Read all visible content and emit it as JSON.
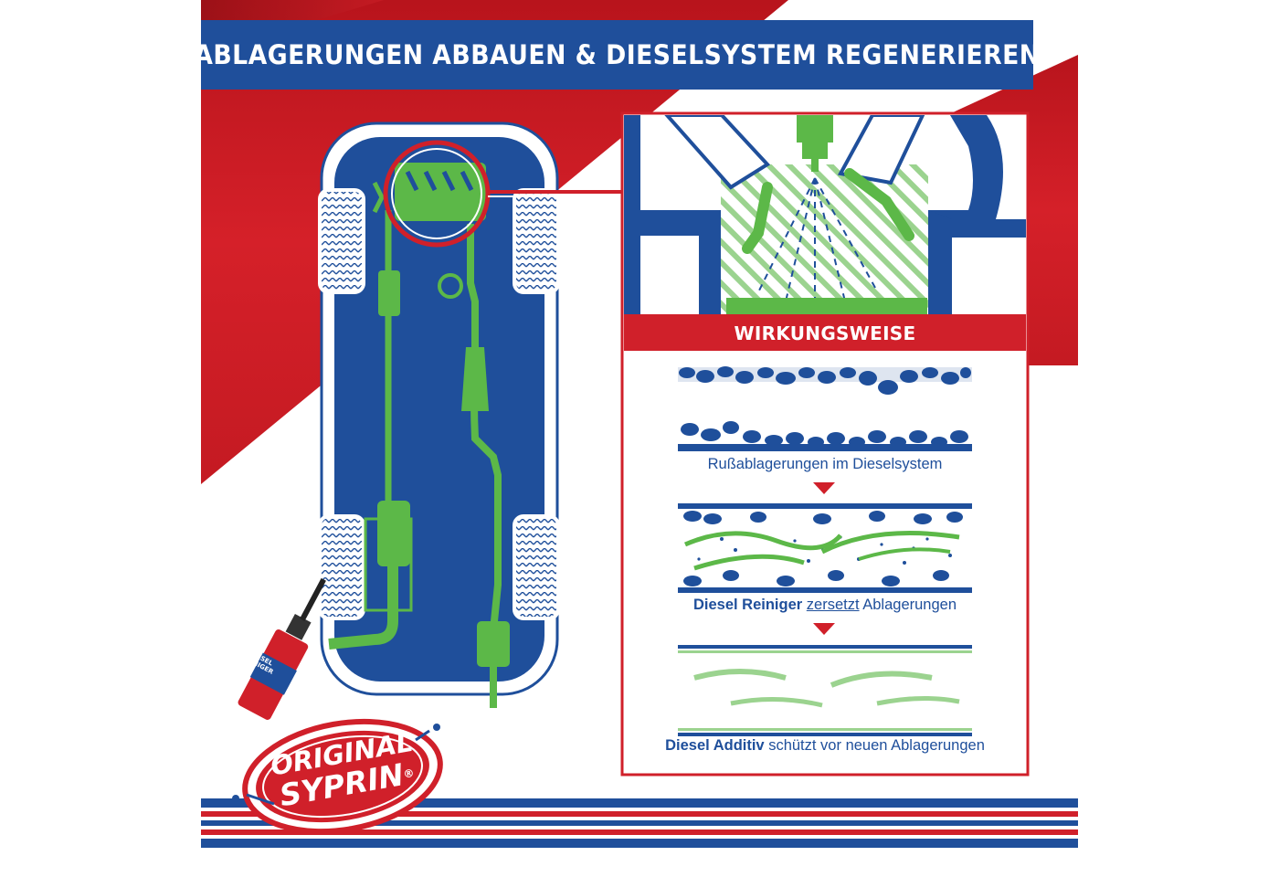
{
  "header": {
    "title": "ABLAGERUNGEN ABBAUEN & DIESELSYSTEM REGENERIEREN"
  },
  "panel": {
    "label": "WIRKUNGSWEISE",
    "steps": [
      {
        "plain": "Rußablagerungen im Dieselsystem"
      },
      {
        "bold": "Diesel Reiniger",
        "underlined": "zersetzt",
        "rest": "Ablagerungen"
      },
      {
        "bold": "Diesel Additiv",
        "rest": "schützt vor neuen Ablagerungen"
      }
    ]
  },
  "product": {
    "can_label": "DIESEL REINIGER"
  },
  "logo": {
    "line1": "ORIGINAL",
    "line2": "SYPRIN",
    "mark": "®"
  },
  "colors": {
    "brand_blue": "#1f4f9b",
    "brand_red": "#d0202a",
    "accent_green": "#5cb848",
    "white": "#ffffff"
  }
}
